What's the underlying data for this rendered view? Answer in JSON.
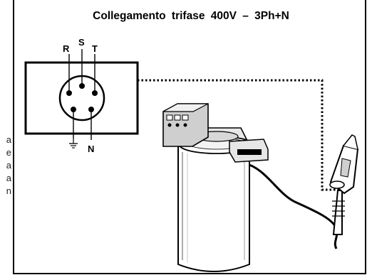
{
  "title": "Collegamento  trifase  400V –  3Ph+N",
  "side_text_lines": [
    "a",
    "e",
    "a",
    "a",
    "n"
  ],
  "terminals": {
    "R": "R",
    "S": "S",
    "T": "T",
    "N": "N"
  },
  "icons": {
    "ground": "ground-icon",
    "plug": "plug-icon",
    "appliance": "appliance-icon"
  }
}
